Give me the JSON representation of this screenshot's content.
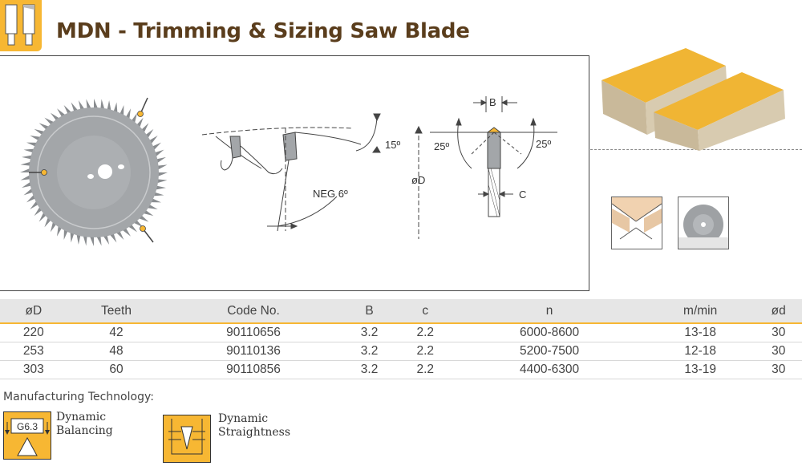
{
  "title": "MDN - Trimming & Sizing Saw Blade",
  "diagram": {
    "angle_hook": "15º",
    "angle_left_bevel": "25º",
    "angle_right_bevel": "25º",
    "neg_angle": "NEG 6º",
    "diameter_label": "øD",
    "kerf_label": "B",
    "plate_label": "C"
  },
  "table": {
    "headers": [
      "øD",
      "Teeth",
      "Code No.",
      "B",
      "c",
      "n",
      "m/min",
      "ød"
    ],
    "rows": [
      [
        "220",
        "42",
        "90110656",
        "3.2",
        "2.2",
        "6000-8600",
        "13-18",
        "30"
      ],
      [
        "253",
        "48",
        "90110136",
        "3.2",
        "2.2",
        "5200-7500",
        "12-18",
        "30"
      ],
      [
        "303",
        "60",
        "90110856",
        "3.2",
        "2.2",
        "4400-6300",
        "13-19",
        "30"
      ]
    ]
  },
  "manufacturing": {
    "label": "Manufacturing Technology:",
    "items": [
      {
        "badge": "G6.3",
        "line1": "Dynamic",
        "line2": "Balancing"
      },
      {
        "line1": "Dynamic",
        "line2": "Straightness"
      }
    ]
  },
  "colors": {
    "accent": "#f7b733",
    "title": "#5a3d1c",
    "header_bg": "#e6e6e6"
  }
}
